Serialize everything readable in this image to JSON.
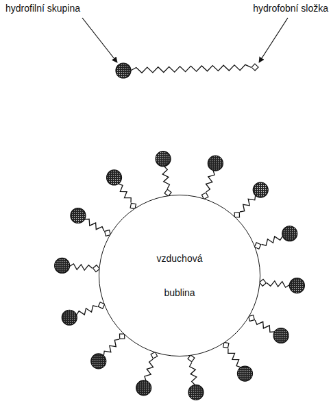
{
  "diagram": {
    "nodes": [
      {
        "text": [
          "vzduchová bublina"
        ]
      }
    ],
    "labels": [
      "hydrofilní skupina",
      "hydrofobní složka"
    ]
  }
}
